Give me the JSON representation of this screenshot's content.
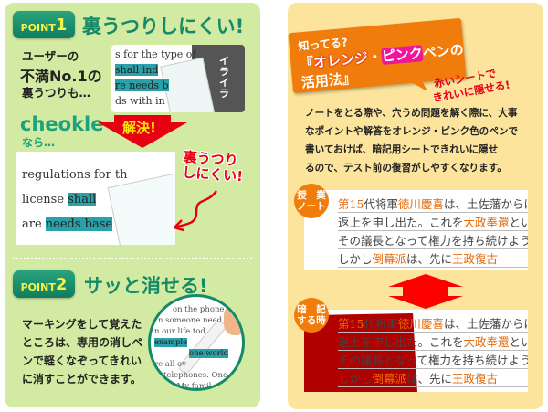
{
  "point1": {
    "badge": "POINT",
    "num": "1",
    "title": "裏うつりしにくい!",
    "intro": [
      "ユーザーの",
      "不満No.1の",
      "裏うつりも…"
    ],
    "sample_before": [
      "s for the type of",
      "shall ind",
      "re needs b",
      "ds with in"
    ],
    "irritation": "イライラ",
    "brand": "cheokle",
    "brand_suffix": "なら…",
    "solved": "解決!",
    "sample_after": {
      "l1": "regulations for th",
      "l2a": "license ",
      "l2b": "shall",
      "l3a": "are ",
      "l3b": "needs base"
    },
    "callout": [
      "裏うつり",
      "しにくい!"
    ]
  },
  "point2": {
    "badge": "POINT",
    "num": "2",
    "title": "サッと消せる!",
    "body": [
      "マーキングをして覚えた",
      "ところは、専用の消しペ",
      "ンで軽くなぞってきれい",
      "に消すことができます。"
    ],
    "photo_text": [
      "on the phone",
      "n someone need",
      "n our life tod",
      "example",
      "one world",
      "re all ov",
      "telephones.  One ni",
      "k.  My famil"
    ]
  },
  "tip": {
    "lead": "知ってる?",
    "title_open": "『",
    "orange": "オレンジ",
    "dot": "・",
    "pink": "ピンク",
    "rest": "ペンの",
    "line3": "活用法』",
    "red_note": [
      "赤いシートで",
      "きれいに隠せる!"
    ],
    "body": [
      "ノートをとる際や、穴うめ問題を解く際に、大事",
      "なポイントや解答をオレンジ・ピンク色のペンで",
      "書いておけば、暗記用シートできれいに隠せ",
      "るので、テスト前の復習がしやすくなります。"
    ],
    "note1_badge": [
      "授　業",
      "ノート"
    ],
    "note2_badge": [
      "暗　記",
      "する時"
    ],
    "lines": [
      [
        {
          "t": "第15",
          "o": true
        },
        {
          "t": "代将軍",
          "o": false
        },
        {
          "t": "徳川慶喜",
          "o": true
        },
        {
          "t": "は、土佐藩からは",
          "o": false
        }
      ],
      [
        {
          "t": "返上を申し出た。これを",
          "o": false
        },
        {
          "t": "大政奉還",
          "o": true
        },
        {
          "t": "という",
          "o": false
        }
      ],
      [
        {
          "t": "その議長となって権力を持ち続けようと",
          "o": false
        }
      ],
      [
        {
          "t": "しかし",
          "o": false
        },
        {
          "t": "倒幕派",
          "o": true
        },
        {
          "t": "は、先に",
          "o": false
        },
        {
          "t": "王政復古",
          "o": true
        }
      ]
    ]
  },
  "colors": {
    "green_panel": "#d2eaa2",
    "yellow_panel": "#fde49c",
    "accent_green": "#148a68",
    "orange": "#f07c0c",
    "red": "#e60012",
    "highlight": "#2aa0a8"
  }
}
